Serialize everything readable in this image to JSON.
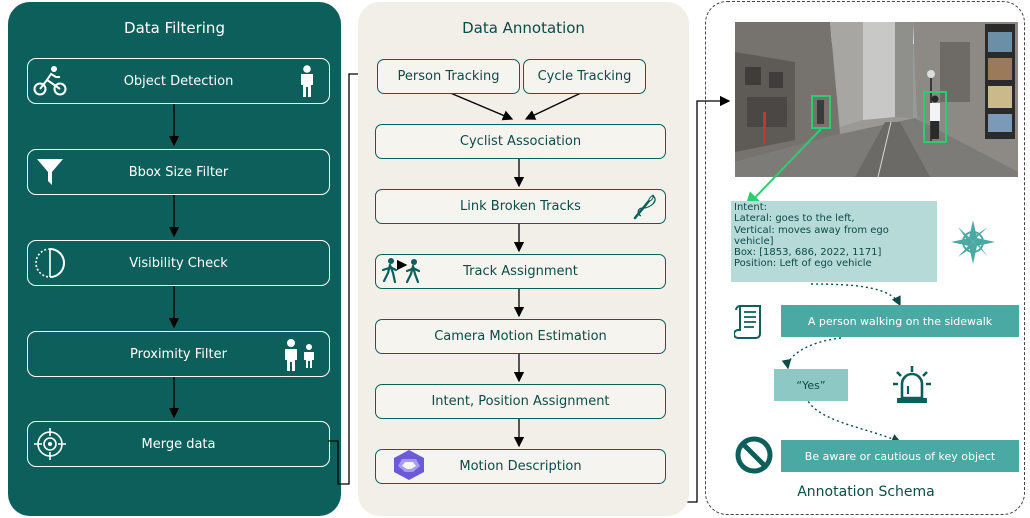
{
  "filtering": {
    "title": "Data Filtering",
    "steps": [
      "Object Detection",
      "Bbox Size Filter",
      "Visibility Check",
      "Proximity Filter",
      "Merge data"
    ]
  },
  "annotation": {
    "title": "Data Annotation",
    "tracking": [
      "Person Tracking",
      "Cycle Tracking"
    ],
    "steps": [
      "Cyclist Association",
      "Link Broken Tracks",
      "Track Assignment",
      "Camera Motion Estimation",
      "Intent, Position Assignment",
      "Motion Description"
    ]
  },
  "schema": {
    "title": "Annotation Schema",
    "intent_label": "Intent:",
    "lateral": "Lateral: goes to the left,",
    "vertical": "Vertical: moves away from ego",
    "vertical_cont": "vehicle]",
    "box": "Box: [1853, 686, 2022, 1171]",
    "position": "Position: Left of ego vehicle",
    "description": "A person walking on the sidewalk",
    "answer": "“Yes”",
    "advice": "Be aware or cautious of  key object"
  },
  "colors": {
    "panel_teal": "#0c5f5b",
    "panel_beige": "#f1efe7",
    "pill_teal": "#4aa9a3",
    "box_green": "#2ecc71"
  },
  "icons": [
    "cyclist-icon",
    "person-icon",
    "filter-icon",
    "half-circle-icon",
    "family-icon",
    "crosshair-icon",
    "needle-icon",
    "walking-people-icon",
    "qwen-logo-icon",
    "compass-icon",
    "scroll-icon",
    "siren-icon",
    "prohibited-icon"
  ]
}
